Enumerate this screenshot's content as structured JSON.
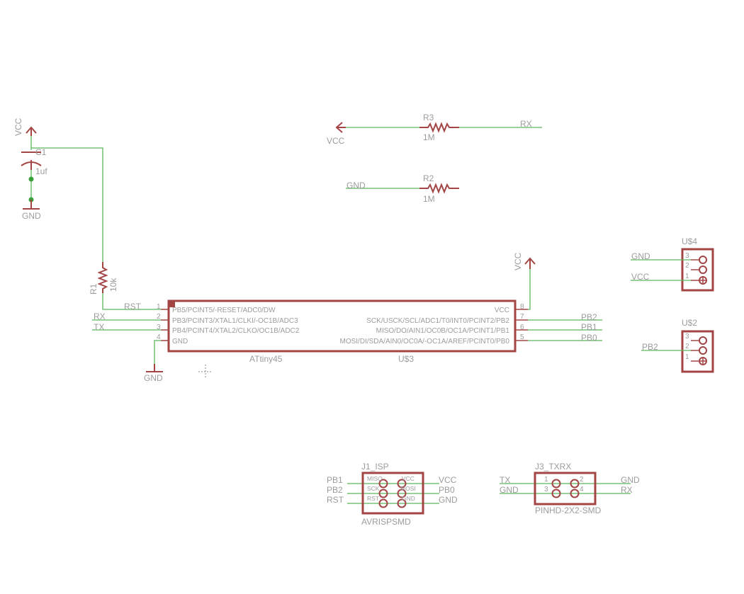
{
  "colors": {
    "part": "#a34545",
    "wire": "#5cb85c",
    "text": "#9c9c9c",
    "background": "#ffffff"
  },
  "supplies": {
    "vcc": "VCC",
    "gnd": "GND"
  },
  "c1": {
    "name": "C1",
    "value": "1uf"
  },
  "r1": {
    "name": "R1",
    "value": "10k"
  },
  "r2": {
    "name": "R2",
    "value": "1M"
  },
  "r3": {
    "name": "R3",
    "value": "1M"
  },
  "nets": {
    "rst": "RST",
    "rx": "RX",
    "tx": "TX",
    "pb0": "PB0",
    "pb1": "PB1",
    "pb2": "PB2",
    "gnd": "GND",
    "vcc": "VCC"
  },
  "ic": {
    "value": "ATtiny45",
    "name": "U$3",
    "left_pins": [
      {
        "num": "1",
        "label": "PB5/PCINT5/-RESET/ADC0/DW"
      },
      {
        "num": "2",
        "label": "PB3/PCINT3/XTAL1/CLKI/-OC1B/ADC3"
      },
      {
        "num": "3",
        "label": "PB4/PCINT4/XTAL2/CLKO/OC1B/ADC2"
      },
      {
        "num": "4",
        "label": "GND"
      }
    ],
    "right_pins": [
      {
        "num": "8",
        "label": "VCC"
      },
      {
        "num": "7",
        "label": "SCK/USCK/SCL/ADC1/T0/INT0/PCINT2/PB2"
      },
      {
        "num": "6",
        "label": "MISO/DO/AIN1/OC0B/OC1A/PCINT1/PB1"
      },
      {
        "num": "5",
        "label": "MOSI/DI/SDA/AIN0/OC0A/-OC1A/AREF/PCINT0/PB0"
      }
    ]
  },
  "u4": {
    "name": "U$4",
    "pins": [
      "3",
      "2",
      "1"
    ]
  },
  "u2": {
    "name": "U$2",
    "pins": [
      "3",
      "2",
      "1"
    ]
  },
  "j1": {
    "name": "J1_ISP",
    "value": "AVRISPSMD",
    "pins": [
      "MISO",
      "VCC",
      "SCK",
      "MOSI",
      "RST",
      "GND"
    ]
  },
  "j3": {
    "name": "J3_TXRX",
    "value": "PINHD-2X2-SMD",
    "pins": [
      "1",
      "2",
      "3",
      "4"
    ]
  }
}
